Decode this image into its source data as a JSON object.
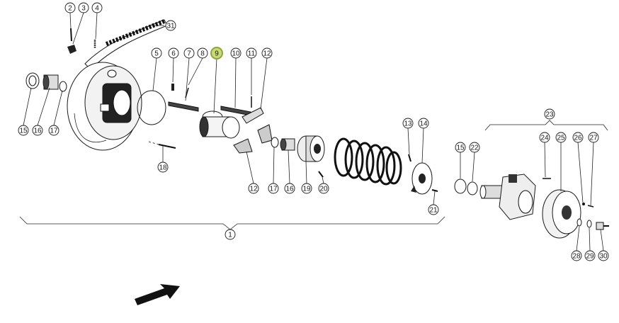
{
  "callouts": [
    {
      "id": "c2",
      "label": "2"
    },
    {
      "id": "c3",
      "label": "3"
    },
    {
      "id": "c4",
      "label": "4"
    },
    {
      "id": "c31",
      "label": "31"
    },
    {
      "id": "c5",
      "label": "5"
    },
    {
      "id": "c6",
      "label": "6"
    },
    {
      "id": "c7",
      "label": "7"
    },
    {
      "id": "c8",
      "label": "8"
    },
    {
      "id": "c9",
      "label": "9",
      "highlighted": true
    },
    {
      "id": "c10",
      "label": "10"
    },
    {
      "id": "c11",
      "label": "11"
    },
    {
      "id": "c12a",
      "label": "12"
    },
    {
      "id": "c15a",
      "label": "15"
    },
    {
      "id": "c16a",
      "label": "16"
    },
    {
      "id": "c17a",
      "label": "17"
    },
    {
      "id": "c18",
      "label": "18"
    },
    {
      "id": "c12b",
      "label": "12"
    },
    {
      "id": "c17b",
      "label": "17"
    },
    {
      "id": "c16b",
      "label": "16"
    },
    {
      "id": "c19",
      "label": "19"
    },
    {
      "id": "c20",
      "label": "20"
    },
    {
      "id": "c13",
      "label": "13"
    },
    {
      "id": "c14",
      "label": "14"
    },
    {
      "id": "c21",
      "label": "21"
    },
    {
      "id": "c1",
      "label": "1"
    },
    {
      "id": "c23",
      "label": "23"
    },
    {
      "id": "c15b",
      "label": "15"
    },
    {
      "id": "c22",
      "label": "22"
    },
    {
      "id": "c24",
      "label": "24"
    },
    {
      "id": "c25",
      "label": "25"
    },
    {
      "id": "c26",
      "label": "26"
    },
    {
      "id": "c27",
      "label": "27"
    },
    {
      "id": "c28",
      "label": "28"
    },
    {
      "id": "c29",
      "label": "29"
    },
    {
      "id": "c30",
      "label": "30"
    }
  ],
  "colors": {
    "highlight_fill": "#c9d97a",
    "highlight_stroke": "#8aa83a",
    "ink": "#1a1a1a"
  }
}
